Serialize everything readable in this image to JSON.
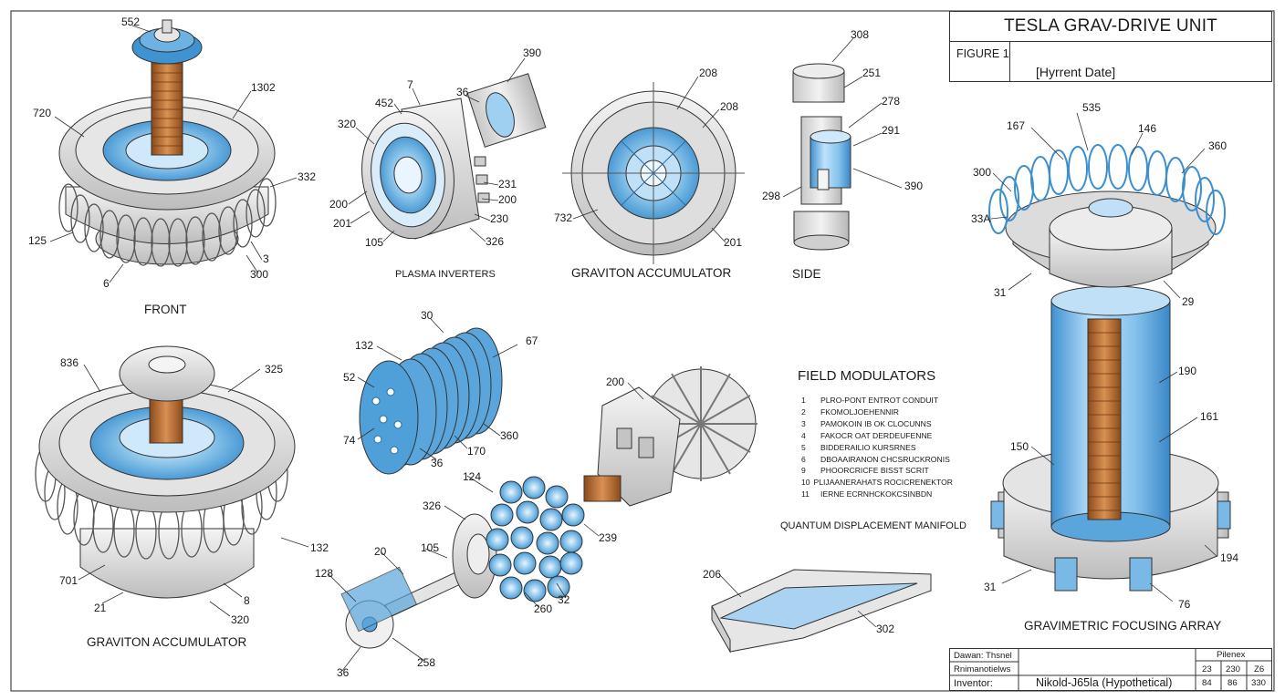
{
  "title_block": {
    "title": "TESLA GRAV-DRIVE UNIT",
    "figure": "FIGURE 1",
    "date": "[Hyrrent Date]"
  },
  "captions": {
    "front": "FRONT",
    "plasma_inverters": "PLASMA INVERTERS",
    "graviton_accumulator_top": "GRAVITON ACCUMULATOR",
    "side": "SIDE",
    "graviton_accumulator_bottom": "GRAVITON ACCUMULATOR",
    "quantum_displacement_manifold": "QUANTUM DISPLACEMENT MANIFOLD",
    "gravimetric_focusing_array": "GRAVIMETRIC FOCUSING ARRAY"
  },
  "legend": {
    "heading": "FIELD MODULATORS",
    "items": [
      {
        "num": "1",
        "text": "PLRO-PONT ENTROT CONDUIT"
      },
      {
        "num": "2",
        "text": "FKOMOLJOEHENNIR"
      },
      {
        "num": "3",
        "text": "PAMOKOIN IB OK CLOCUNNS"
      },
      {
        "num": "4",
        "text": "FAKOCR OAT DERDEUFENNE"
      },
      {
        "num": "5",
        "text": "BIDDERAILIO KURSRNES"
      },
      {
        "num": "6",
        "text": "DBOAAIRANON CHCSRUCKRONIS"
      },
      {
        "num": "9",
        "text": "PHOORCRICFE BISST SCRIT"
      },
      {
        "num": "10",
        "text": "PLIJAANERAHATS ROCICRENEKTOR"
      },
      {
        "num": "11",
        "text": "IERNE ECRNHCKOKCSINBDN"
      }
    ]
  },
  "labels": {
    "front": [
      "552",
      "1302",
      "720",
      "332",
      "125",
      "3",
      "300",
      "6"
    ],
    "plasma": [
      "7",
      "452",
      "36",
      "390",
      "320",
      "200",
      "201",
      "105",
      "231",
      "200",
      "230",
      "326"
    ],
    "graviton_top": [
      "208",
      "208",
      "732",
      "201"
    ],
    "side": [
      "308",
      "251",
      "278",
      "291",
      "298",
      "390"
    ],
    "gravimetric": [
      "535",
      "167",
      "146",
      "360",
      "300",
      "33A",
      "31",
      "29",
      "190",
      "161",
      "150",
      "31",
      "194",
      "76"
    ],
    "graviton_bottom": [
      "836",
      "325",
      "132",
      "701",
      "8",
      "21",
      "320"
    ],
    "stack": [
      "30",
      "132",
      "67",
      "52",
      "74",
      "36",
      "170",
      "360"
    ],
    "manifold": [
      "200",
      "124",
      "326",
      "239",
      "20",
      "105",
      "128",
      "260",
      "32",
      "36",
      "258"
    ],
    "plate": [
      "206",
      "302"
    ]
  },
  "corner_block": {
    "drawn": "Dawan: Thsnel",
    "row2": "Rnimanotielws",
    "inventor_label": "Inventor:",
    "inventor": "Nikold-J65la (Hypothetical)",
    "header": "Pilenex",
    "r1": [
      "23",
      "230",
      "Z6"
    ],
    "r2": [
      "84",
      "86",
      "330"
    ]
  },
  "colors": {
    "blue": "#4f9fd8",
    "light_blue": "#a9d3f0",
    "copper": "#b8702c",
    "metal": "#d6d6d6",
    "line": "#333333"
  }
}
